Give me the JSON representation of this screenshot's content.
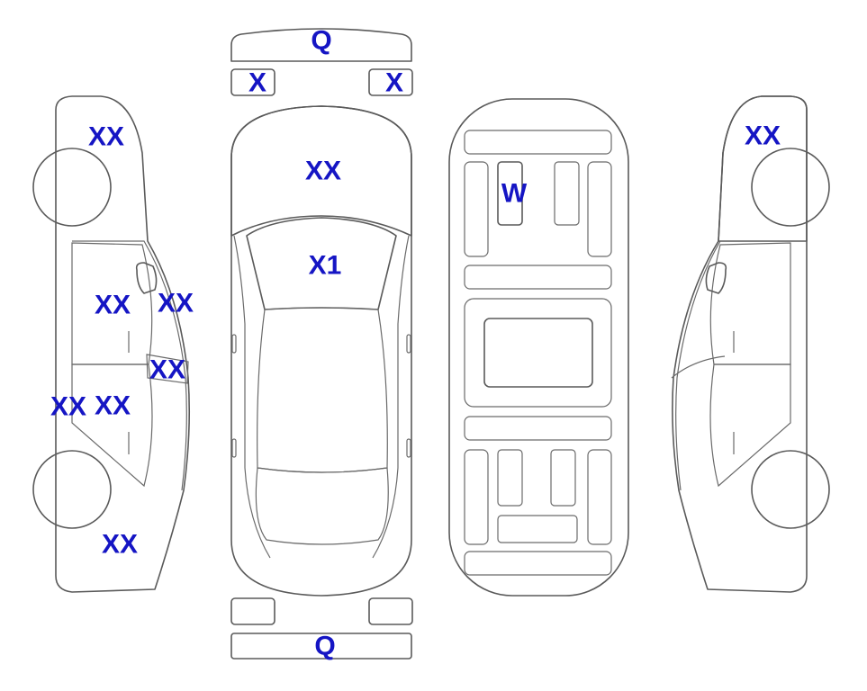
{
  "colors": {
    "damage_light": "#dff4fb",
    "damage_heavy": "#f7a92f",
    "label_text": "#1515c4",
    "outline": "#5a5a5a",
    "panel_fill": "#ffffff"
  },
  "labels": {
    "front_bumper": "Q",
    "left_headlight": "X",
    "right_headlight": "X",
    "hood": "XX",
    "windshield": "X1",
    "rear_bumper": "Q",
    "engine_component": "W",
    "left_front_fender": "XX",
    "left_front_door": "XX",
    "left_a_pillar": "XX",
    "left_mirror_panel": "XX",
    "left_rocker": "XX",
    "left_rear_door": "XX",
    "left_rear_quarter": "XX",
    "right_front_fender": "XX"
  }
}
